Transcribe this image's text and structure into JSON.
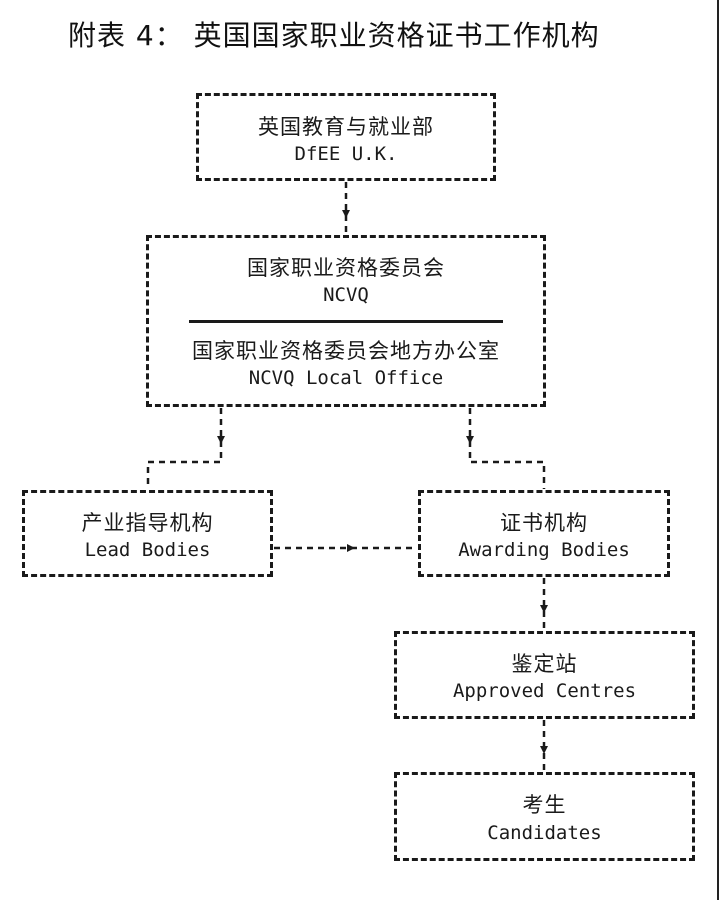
{
  "title": "附表 4： 英国国家职业资格证书工作机构",
  "nodes": {
    "dfee": {
      "zh": "英国教育与就业部",
      "en": "DfEE U.K."
    },
    "ncvq": {
      "zh": "国家职业资格委员会",
      "en": "NCVQ"
    },
    "ncvq_local": {
      "zh": "国家职业资格委员会地方办公室",
      "en": "NCVQ Local Office"
    },
    "lead_bodies": {
      "zh": "产业指导机构",
      "en": "Lead Bodies"
    },
    "awarding_bodies": {
      "zh": "证书机构",
      "en": "Awarding Bodies"
    },
    "approved_centres": {
      "zh": "鉴定站",
      "en": "Approved Centres"
    },
    "candidates": {
      "zh": "考生",
      "en": "Candidates"
    }
  },
  "edges": [
    [
      "dfee",
      "ncvq"
    ],
    [
      "ncvq_local",
      "lead_bodies"
    ],
    [
      "ncvq_local",
      "awarding_bodies"
    ],
    [
      "lead_bodies",
      "awarding_bodies"
    ],
    [
      "awarding_bodies",
      "approved_centres"
    ],
    [
      "approved_centres",
      "candidates"
    ]
  ],
  "colors": {
    "line": "#1a1a1a",
    "background": "#ffffff"
  }
}
